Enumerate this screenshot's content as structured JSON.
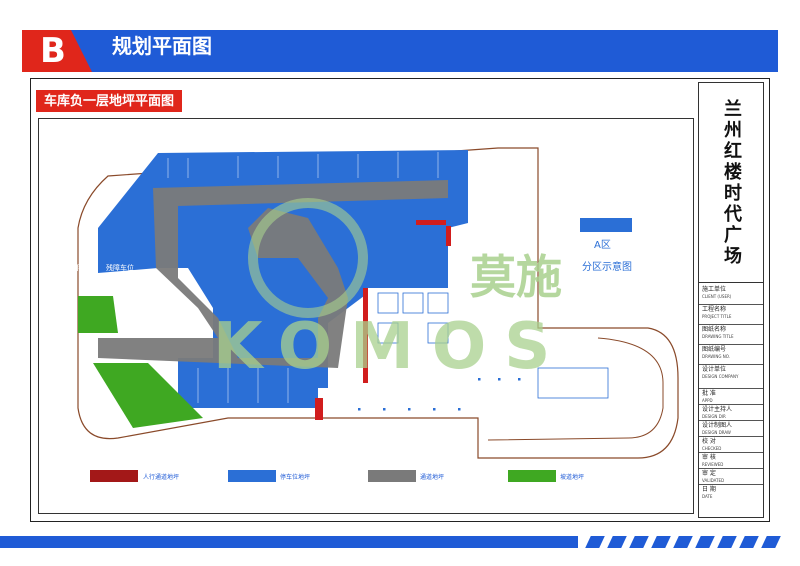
{
  "header": {
    "letter": "B",
    "title": "规划平面图",
    "colors": {
      "blue": "#1f5bd6",
      "red": "#e0261b"
    }
  },
  "subtitle": "车库负一层地坪平面图",
  "project_name": "兰州红楼时代广场",
  "title_block": {
    "rows": [
      {
        "cn": "施工单位",
        "en": "CLIENT (USER)"
      },
      {
        "cn": "工程名称",
        "en": "PROJECT TITLE"
      },
      {
        "cn": "图纸名称",
        "en": "DRAWING TITLE"
      },
      {
        "cn": "图纸编号",
        "en": "DRAWING NO."
      },
      {
        "cn": "设计单位",
        "en": "DESIGN COMPANY"
      }
    ],
    "sign_rows": [
      {
        "cn": "批 准",
        "en": "APPD"
      },
      {
        "cn": "设计主持人",
        "en": "DESIGN DIR"
      },
      {
        "cn": "设计制图人",
        "en": "DESIGN DRAW"
      },
      {
        "cn": "校 对",
        "en": "CHECKED"
      },
      {
        "cn": "审 核",
        "en": "REVIEWED"
      },
      {
        "cn": "审 定",
        "en": "VALIDATED"
      },
      {
        "cn": "日 期",
        "en": "DATE"
      }
    ]
  },
  "zone": {
    "name": "A区",
    "caption": "分区示意图",
    "color": "#2b6fd6"
  },
  "watermark": {
    "cn": "莫施",
    "en": "KOMOS",
    "color": "#a9d18e"
  },
  "plan_labels": {
    "barrier_free_1": "残障车位",
    "barrier_free_2": "残障车位"
  },
  "legend": [
    {
      "label": "人行通道地坪",
      "color": "#a31818"
    },
    {
      "label": "停车位地坪",
      "color": "#2b6fd6"
    },
    {
      "label": "通道地坪",
      "color": "#7a7a7a"
    },
    {
      "label": "坡道地坪",
      "color": "#3fa822"
    }
  ]
}
